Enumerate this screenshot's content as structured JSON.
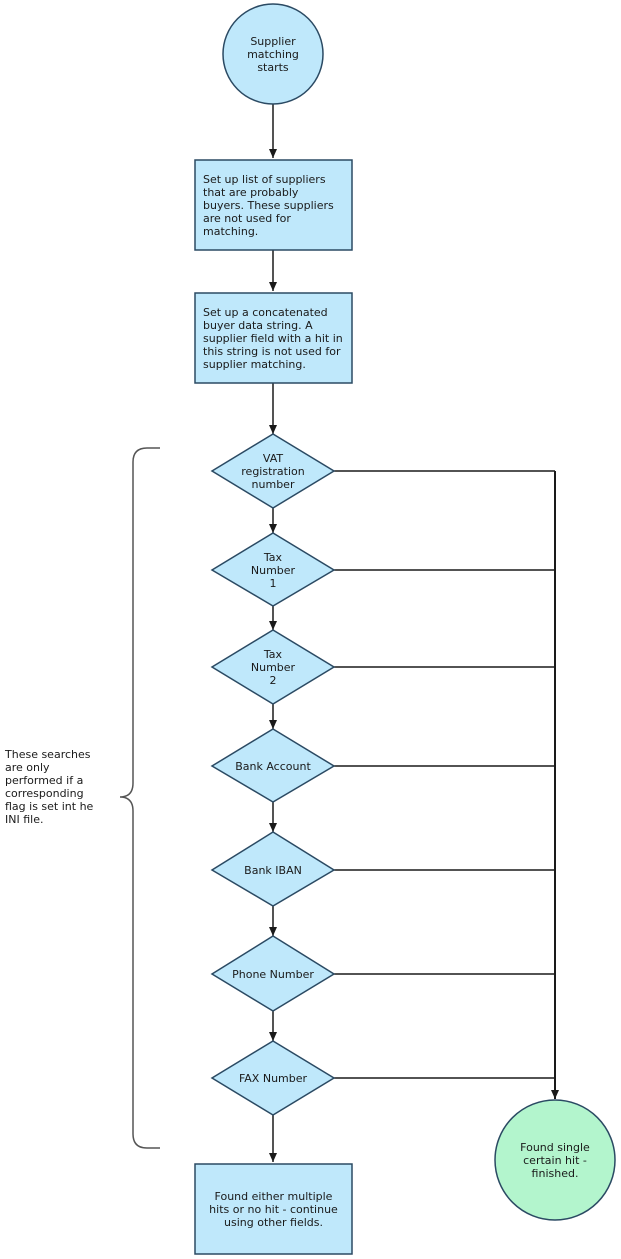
{
  "colors": {
    "process_fill": "#bfe8fb",
    "end_fill": "#b3f5cd",
    "stroke": "#2b4a63",
    "line": "#1a1a1a",
    "brace": "#555555"
  },
  "start": {
    "label": "Supplier\nmatching\nstarts"
  },
  "steps": [
    {
      "label": "Set up list of suppliers\nthat are probably\nbuyers. These suppliers\nare not used for\nmatching."
    },
    {
      "label": "Set up a concatenated\nbuyer data string. A\nsupplier field with a hit in\nthis string is not used for\nsupplier matching."
    }
  ],
  "decisions": [
    {
      "label": "VAT\nregistration\nnumber"
    },
    {
      "label": "Tax\nNumber\n1"
    },
    {
      "label": "Tax\nNumber\n2"
    },
    {
      "label": "Bank Account"
    },
    {
      "label": "Bank IBAN"
    },
    {
      "label": "Phone Number"
    },
    {
      "label": "FAX Number"
    }
  ],
  "brace_note": "These searches\nare only\nperformed if a\ncorresponding\nflag is set int he\nINI file.",
  "success": {
    "label": "Found single\ncertain hit -\nfinished."
  },
  "fallback": {
    "label": "Found either multiple\nhits or no hit - continue\nusing other fields."
  }
}
